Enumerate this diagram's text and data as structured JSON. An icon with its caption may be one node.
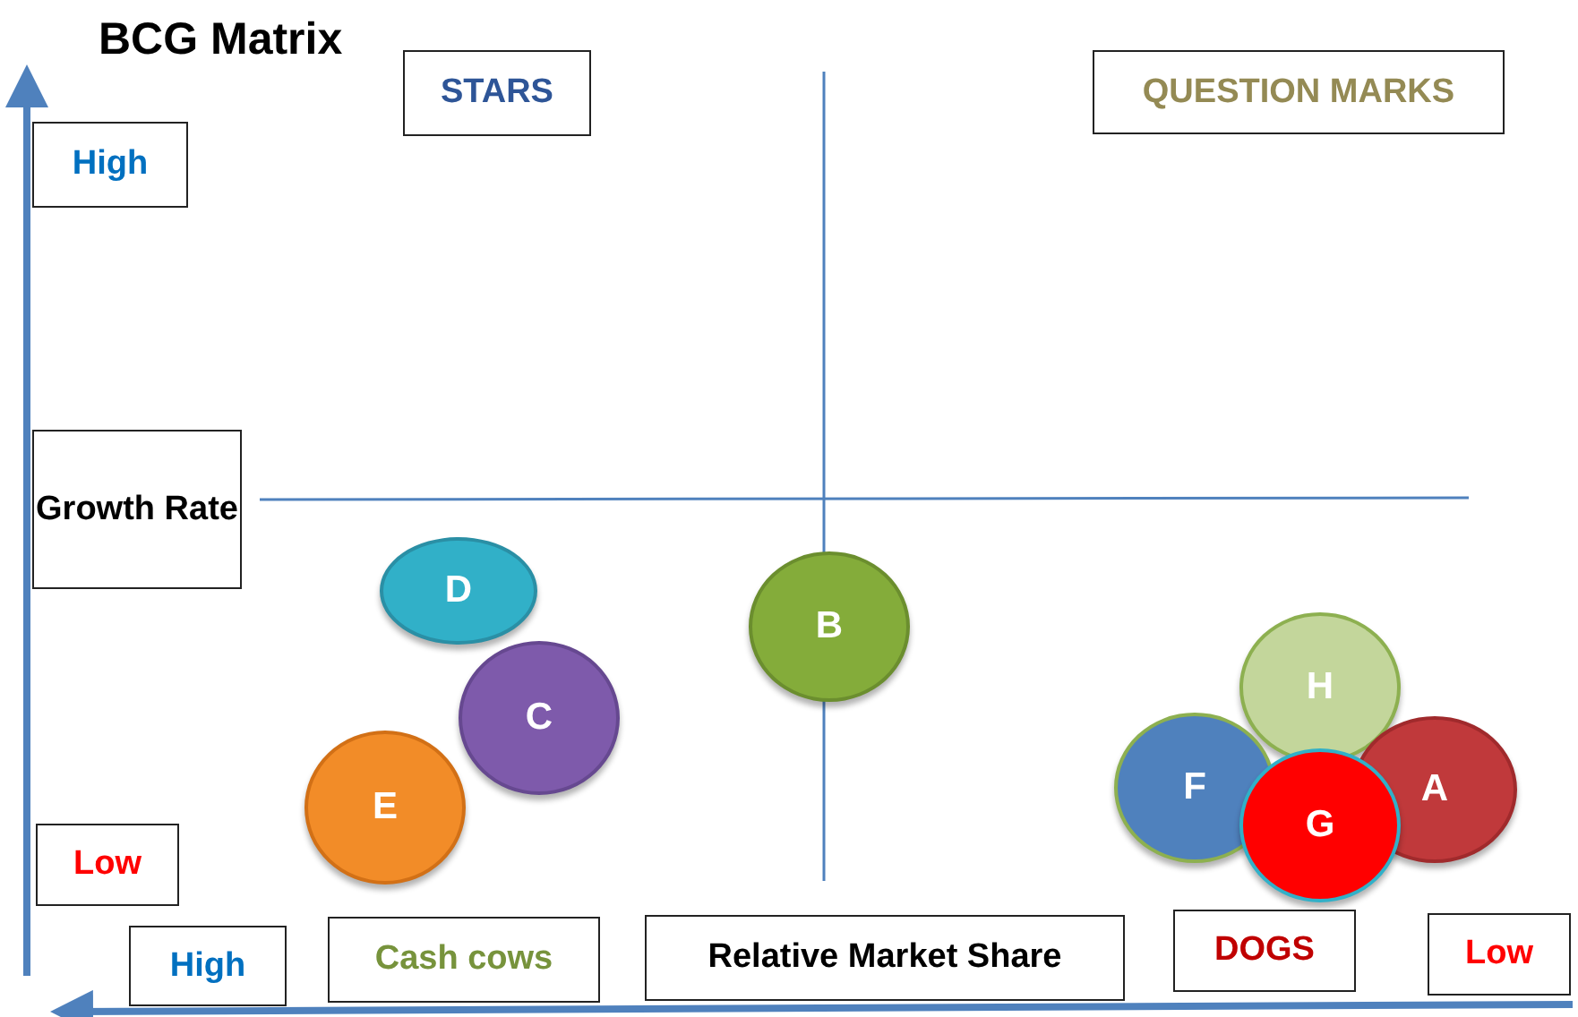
{
  "diagram": {
    "title": "BCG Matrix",
    "nodes": [
      {
        "text": [
          "STARS"
        ]
      },
      {
        "text": [
          "QUESTION MARKS"
        ]
      },
      {
        "text": [
          "High"
        ]
      },
      {
        "text": [
          "Growth Rate"
        ]
      },
      {
        "text": [
          "D"
        ]
      },
      {
        "text": [
          "B"
        ]
      },
      {
        "text": [
          "C"
        ]
      },
      {
        "text": [
          "H"
        ]
      },
      {
        "text": [
          "E"
        ]
      },
      {
        "text": [
          "F"
        ]
      },
      {
        "text": [
          "A"
        ]
      },
      {
        "text": [
          "G"
        ]
      },
      {
        "text": [
          "Low"
        ]
      },
      {
        "text": [
          "High"
        ]
      },
      {
        "text": [
          "Cash cows"
        ]
      },
      {
        "text": [
          "Relative Market Share"
        ]
      },
      {
        "text": [
          "DOGS"
        ]
      },
      {
        "text": [
          "Low"
        ]
      }
    ],
    "edges": []
  }
}
